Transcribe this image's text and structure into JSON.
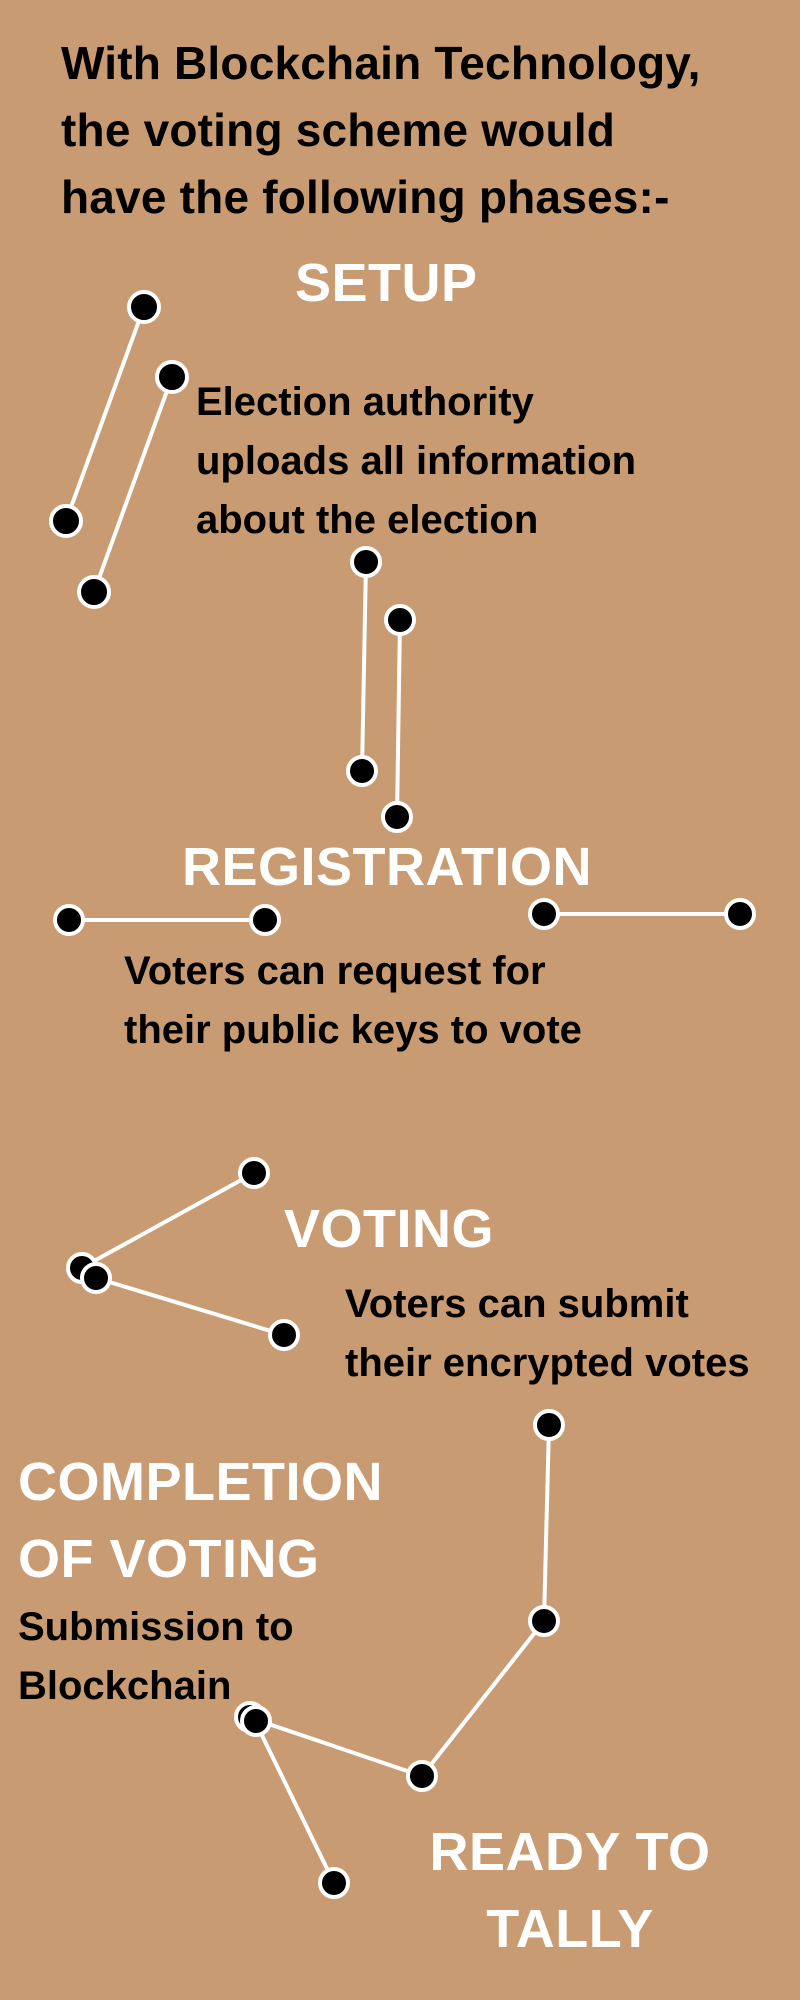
{
  "intro": "With Blockchain Technology,\nthe voting scheme would\nhave the following phases:-",
  "phases": {
    "setup": {
      "title": "SETUP",
      "description": "Election authority\nuploads all information\nabout the election"
    },
    "registration": {
      "title": "REGISTRATION",
      "description": "Voters can request for\ntheir public keys to vote"
    },
    "voting": {
      "title": "VOTING",
      "description": "Voters can submit\ntheir encrypted votes"
    },
    "completion": {
      "title": "COMPLETION\nOF VOTING",
      "description": "Submission to\nBlockchain"
    },
    "ready": {
      "title": "READY TO\nTALLY"
    }
  },
  "colors": {
    "background": "#c99b72",
    "text": "#000000",
    "heading": "#ffffff",
    "connector_line": "#ffffff",
    "node_fill": "#000000",
    "node_stroke": "#ffffff"
  }
}
